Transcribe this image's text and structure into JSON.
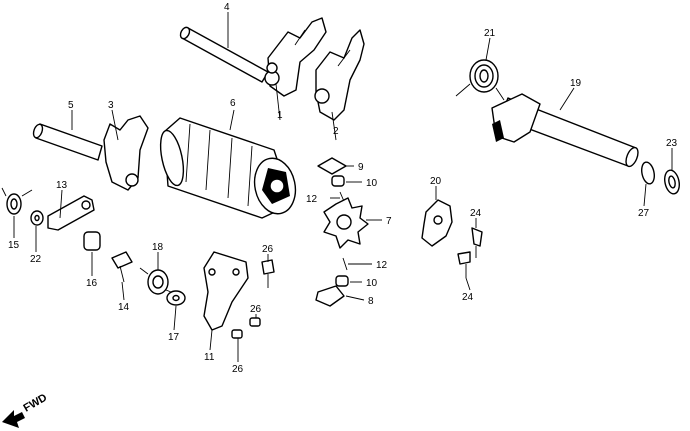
{
  "callouts": {
    "c1": "1",
    "c2": "2",
    "c3": "3",
    "c4": "4",
    "c5": "5",
    "c6": "6",
    "c7": "7",
    "c8": "8",
    "c9": "9",
    "c10a": "10",
    "c10b": "10",
    "c11": "11",
    "c12a": "12",
    "c12b": "12",
    "c13": "13",
    "c14": "14",
    "c15": "15",
    "c16": "16",
    "c17": "17",
    "c18": "18",
    "c19": "19",
    "c20": "20",
    "c21": "21",
    "c22": "22",
    "c23": "23",
    "c24a": "24",
    "c24b": "24",
    "c26a": "26",
    "c26b": "26",
    "c26c": "26",
    "c27": "27"
  },
  "direction_label": "FWD",
  "colors": {
    "ink": "#000000",
    "paper": "#ffffff"
  }
}
